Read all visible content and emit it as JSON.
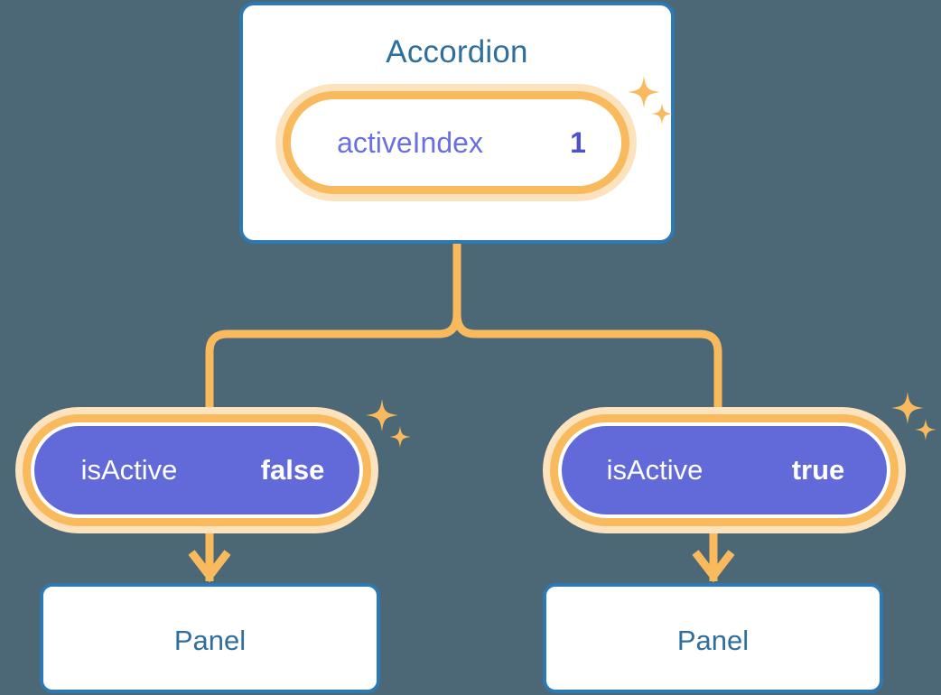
{
  "theme": {
    "background": "#4c6775",
    "card_border": "#2c79b3",
    "card_fill": "#ffffff",
    "title_text": "#2e6f9e",
    "accent_orange": "#f8ba5c",
    "accent_orange_pale": "#fce3bd",
    "state_purple": "#6269d8",
    "key_purple": "#6b6fe0",
    "value_purple": "#4f4fd4",
    "value_white": "#ffffff"
  },
  "diagram": {
    "type": "component-state-tree",
    "root": {
      "title": "Accordion",
      "state": {
        "key": "activeIndex",
        "value": "1",
        "style": "white"
      }
    },
    "children": [
      {
        "state": {
          "key": "isActive",
          "value": "false",
          "style": "purple"
        },
        "title": "Panel"
      },
      {
        "state": {
          "key": "isActive",
          "value": "true",
          "style": "purple"
        },
        "title": "Panel"
      }
    ],
    "connectors": {
      "root_to_split": "vertical",
      "split_to_children": "rounded-branch",
      "state_to_panel": "arrow-down"
    },
    "decorations": [
      {
        "name": "sparkle-accordion",
        "attached_to": "activeIndex-pill"
      },
      {
        "name": "sparkle-left",
        "attached_to": "isActive-false-pill"
      },
      {
        "name": "sparkle-right",
        "attached_to": "isActive-true-pill"
      }
    ]
  }
}
